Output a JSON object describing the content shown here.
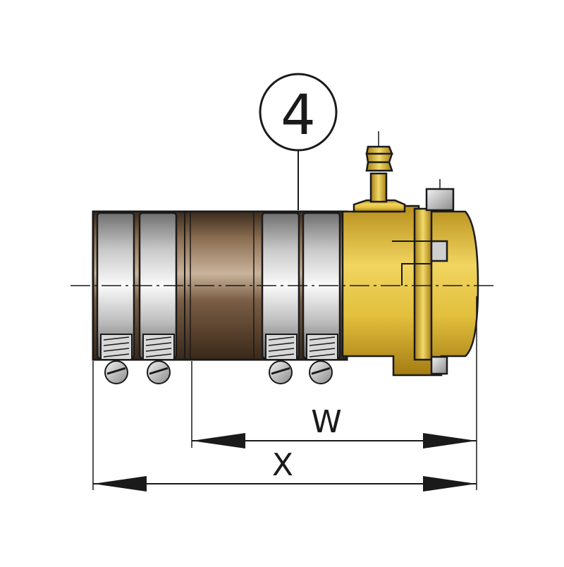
{
  "callout": {
    "number": "4"
  },
  "dimensions": {
    "w_label": "W",
    "x_label": "X"
  },
  "colors": {
    "outline": "#1a1a1a",
    "brass": "#d9b53a",
    "brass_dark": "#9a7a18",
    "hose": "#5b4632",
    "steel_light": "#f2f2f2",
    "steel_dark": "#7d7d7d"
  }
}
